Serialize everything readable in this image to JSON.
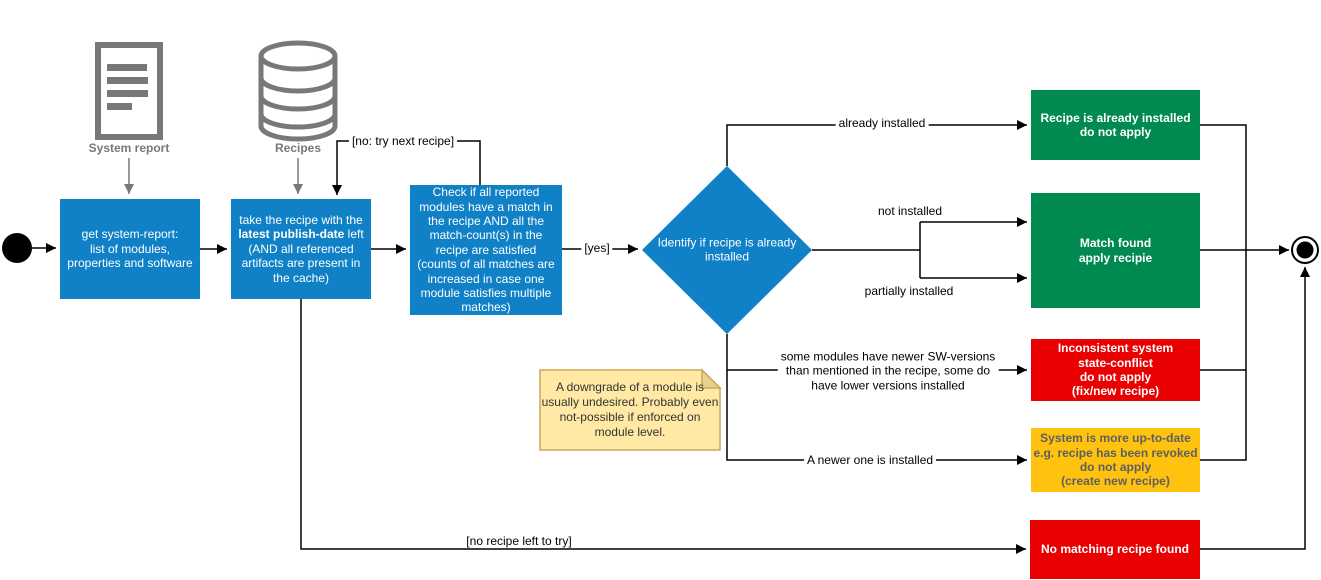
{
  "colors": {
    "process_blue": "#1081C6",
    "success_green": "#008A4F",
    "error_red": "#E90000",
    "warning_gold": "#FFC20E",
    "note_fill": "#FFE9A4",
    "note_border": "#C9A85C",
    "note_fold": "#EAD08E",
    "icon_gray": "#76787A",
    "edge_black": "#000000",
    "warn_text_gray": "#5F5F5F"
  },
  "sources": {
    "system_report": {
      "label": "System report"
    },
    "recipes_db": {
      "label": "Recipes"
    }
  },
  "nodes": {
    "get_report": {
      "text": "get system-report:\nlist of modules,\nproperties and software"
    },
    "take_recipe": {
      "text_prefix": "take the recipe with the ",
      "text_bold": "latest publish-date",
      "text_suffix": " left (AND all referenced artifacts are present in the cache)"
    },
    "check_match": {
      "text": "Check if all reported\nmodules have a match in\nthe recipe AND all the\nmatch-count(s) in the\nrecipe are satisfied\n(counts of all matches are\nincreased in case one\nmodule satisfies multiple\nmatches)"
    },
    "identify_installed": {
      "text": "Identify if recipe is already\ninstalled"
    },
    "already_installed_result": {
      "text": "Recipe is already installed\ndo not apply"
    },
    "match_found_result": {
      "text": "Match found\napply recipie"
    },
    "inconsistent_result": {
      "text": "Inconsistent system\nstate-conflict\ndo not apply\n(fix/new recipe)"
    },
    "up_to_date_result": {
      "text": "System is more up-to-date\ne.g. recipe has been revoked\ndo not apply\n(create new recipe)"
    },
    "no_match_result": {
      "text": "No matching recipe found"
    }
  },
  "note": {
    "text": "A downgrade of a module is\nusually undesired. Probably even\nnot-possible if enforced on\nmodule level."
  },
  "edge_labels": {
    "no_try_next": "[no: try next recipe]",
    "yes": "[yes]",
    "already_installed": "already installed",
    "not_installed": "not installed",
    "partially_installed": "partially installed",
    "inconsistent_reason": "some modules have newer SW-versions\nthan mentioned in the recipe, some do\nhave lower versions installed",
    "newer_installed": "A newer one is installed",
    "no_recipe_left": "[no recipe left to try]"
  }
}
